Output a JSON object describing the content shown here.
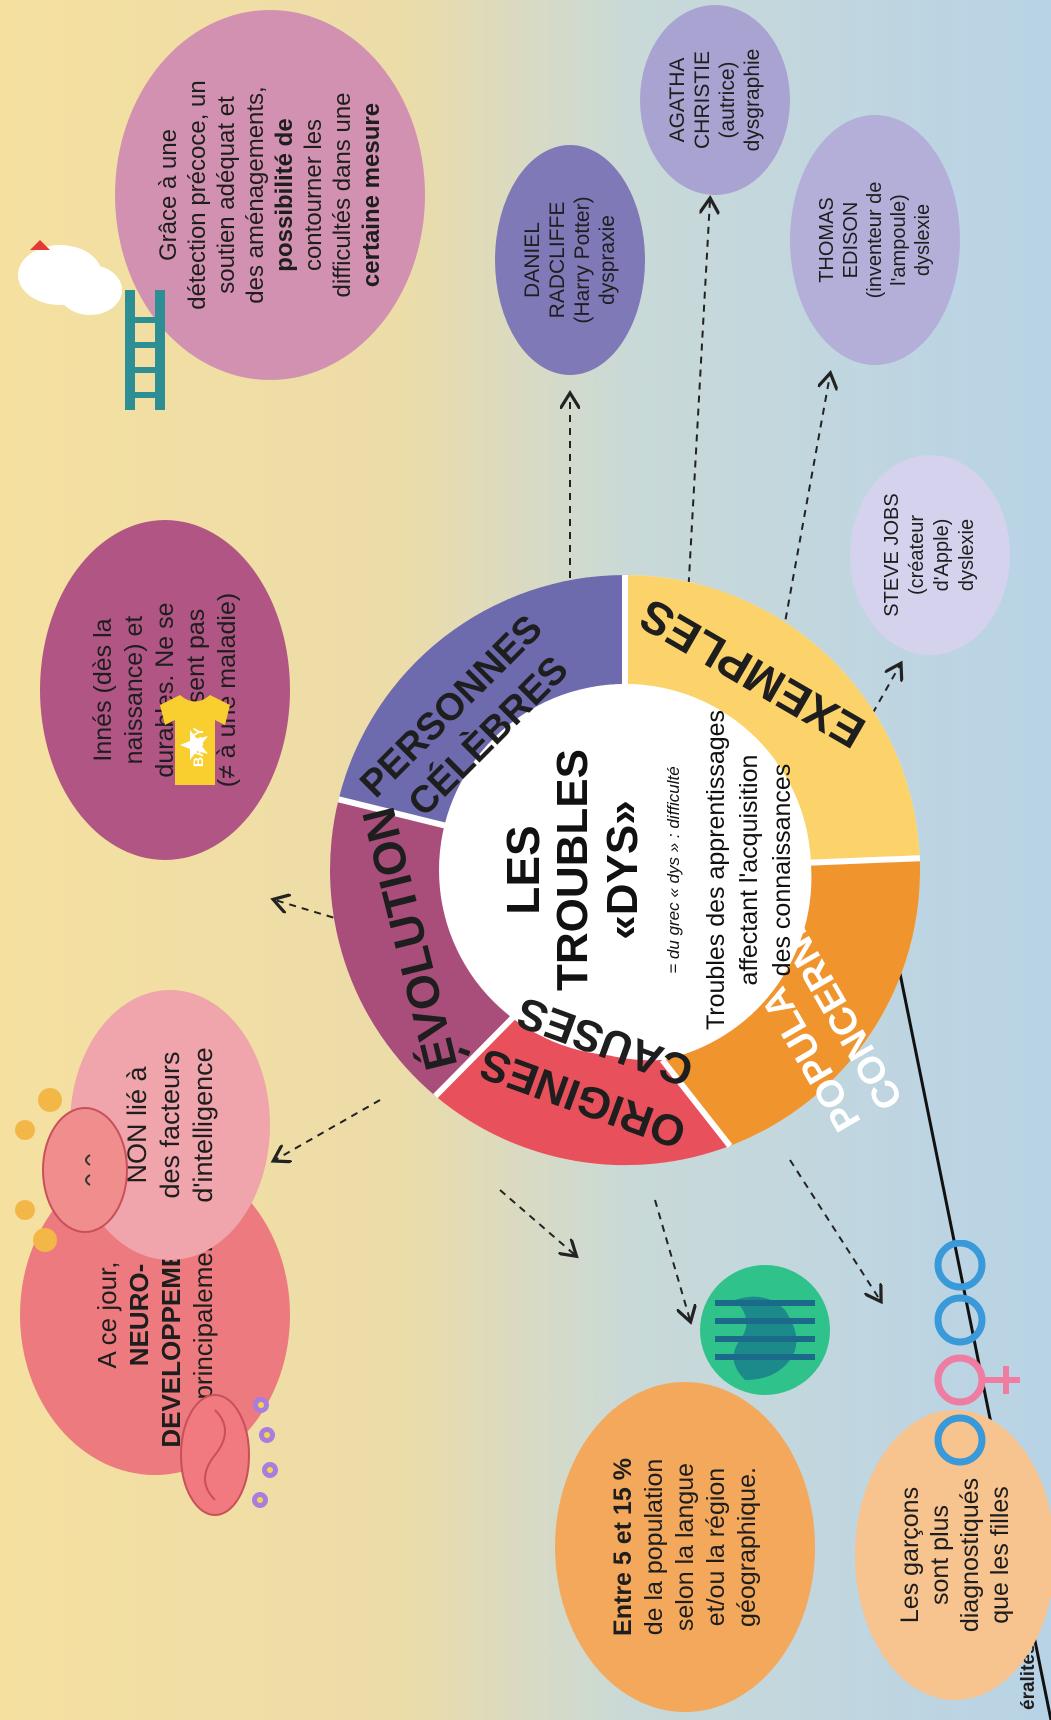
{
  "corner_label": "éralités",
  "center": {
    "title_line1": "LES",
    "title_line2": "TROUBLES «DYS»",
    "etymology": "= du grec « dys » : difficulté",
    "def_line1": "Troubles des apprentissages",
    "def_line2": "affectant l'acquisition",
    "def_line3": "des connaissances"
  },
  "segments": {
    "origines": [
      "ORIGINES -",
      "CAUSES"
    ],
    "evolution": "ÉVOLUTION",
    "personnes": [
      "PERSONNES",
      "CÉLÈBRES"
    ],
    "exemples": "EXEMPLES",
    "population": [
      "POPULATION",
      "CONCERNÉE"
    ]
  },
  "bubbles": {
    "neuro": [
      "A ce jour,",
      "NEURO-",
      "DEVELOPPEMENTAL",
      "principalement"
    ],
    "intelligence": [
      "NON lié à",
      "des facteurs",
      "d'intelligence"
    ],
    "innes": [
      "Innés (dès la",
      "naissance) et",
      "durables. Ne se",
      "guérissent pas",
      "(≠ à une maladie)"
    ],
    "detection": [
      "Grâce à une",
      "détection précoce, un",
      "soutien adéquat et",
      "des aménagements,",
      "possibilité de",
      "contourner les",
      "difficultés dans une",
      "certaine mesure"
    ],
    "population": [
      "Entre 5 et 15 %",
      "de la population",
      "selon la langue",
      "et/ou la région",
      "géographique."
    ],
    "garcons": [
      "Les garçons",
      "sont plus",
      "diagnostiqués",
      "que les filles"
    ],
    "radcliffe": [
      "DANIEL",
      "RADCLIFFE",
      "(Harry Potter)",
      "dyspraxie"
    ],
    "christie": [
      "AGATHA",
      "CHRISTIE",
      "(autrice)",
      "dysgraphie"
    ],
    "edison": [
      "THOMAS",
      "EDISON",
      "(inventeur de",
      "l'ampoule)",
      "dyslexie"
    ],
    "jobs": [
      "STEVE JOBS",
      "(créateur",
      "d'Apple)",
      "dyslexie"
    ]
  },
  "icons": {
    "baby_text": "BABY"
  },
  "colors": {
    "origines": "#e8505b",
    "evolution": "#a94d7a",
    "personnes": "#6d6aad",
    "exemples": "#fcd36a",
    "population": "#f0952e"
  }
}
